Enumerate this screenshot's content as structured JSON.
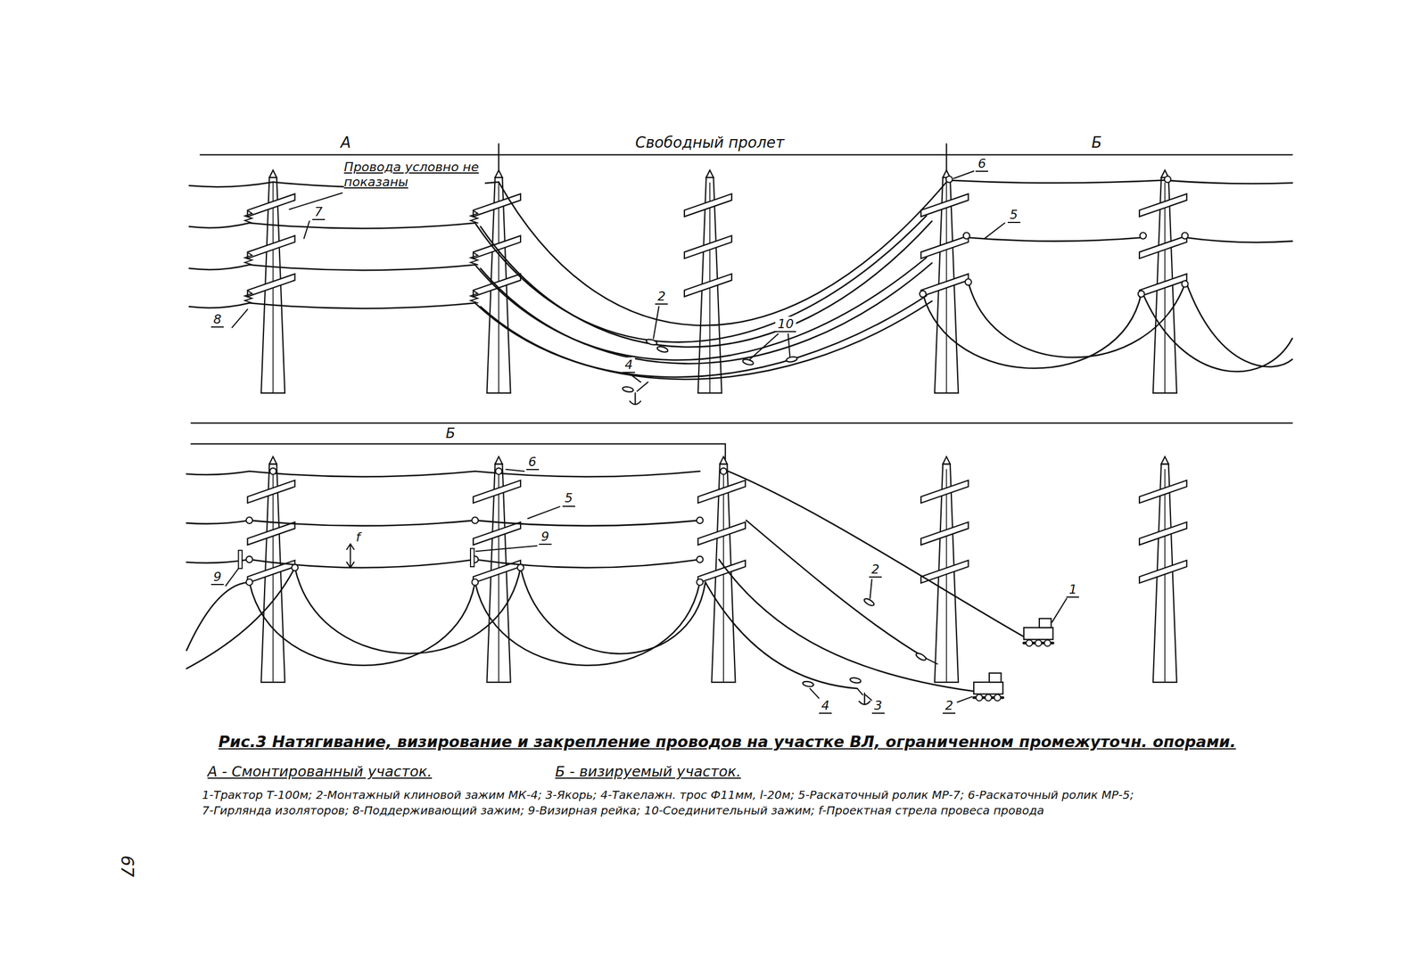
{
  "diagram": {
    "caption": "Рис.3 Натягивание, визирование и закрепление проводов на участке ВЛ, ограниченном промежуточн. опорами.",
    "labels": [
      "А",
      "Свободный пролет",
      "Б",
      "Провода условно не показаны",
      "6",
      "7",
      "5",
      "8",
      "2",
      "10",
      "4",
      "Б",
      "6",
      "5",
      "f",
      "9",
      "9",
      "2",
      "1",
      "4",
      "3",
      "2",
      "А - Смонтированный участок.",
      "Б - визируемый участок.",
      "1-Трактор Т-100м; 2-Монтажный клиновой зажим МК-4; 3-Якорь; 4-Такелажн. трос Ф11мм, l-20м; 5-Раскаточный ролик МР-7; 6-Раскаточный ролик МР-5;",
      "7-Гирлянда изоляторов; 8-Поддерживающий зажим; 9-Визирная рейка; 10-Соединительный зажим; f-Проектная стрела провеса провода",
      "67"
    ]
  }
}
